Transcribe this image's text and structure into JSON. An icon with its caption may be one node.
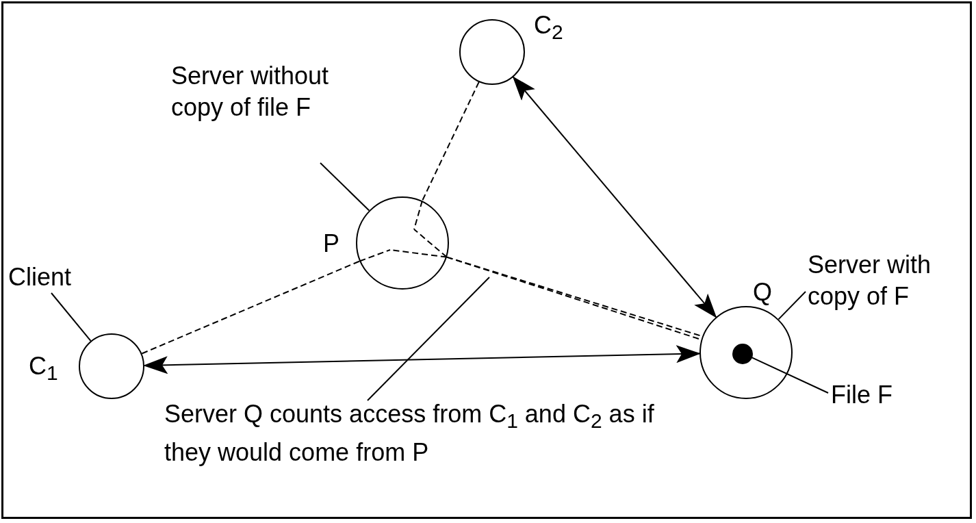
{
  "diagram": {
    "nodes": [
      {
        "text": [],
        "shape": "circle",
        "beside": [
          "C$_{1}$"
        ]
      },
      {
        "text": [],
        "shape": "circle",
        "beside": [
          "C$_{2}$"
        ]
      },
      {
        "text": [],
        "shape": "circle",
        "beside": [
          "P"
        ]
      },
      {
        "text": [],
        "shape": "circle",
        "beside": [
          "Q"
        ]
      },
      {
        "text": [],
        "shape": "circle",
        "in": 3
      },
      {
        "text": [
          "Client"
        ]
      },
      {
        "text": [
          "Server without copy of file F"
        ]
      },
      {
        "text": [
          "Server with copy of F"
        ]
      },
      {
        "text": [
          "File F"
        ]
      },
      {
        "text": [
          "Server Q counts access from C$_{1}$ and C$_{2}$ as if they would come from P"
        ]
      }
    ],
    "edges": [
      {
        "from": 0,
        "to": 3,
        "arrow": "both"
      },
      {
        "from": 1,
        "to": 3,
        "arrow": "both"
      },
      {
        "from": 0,
        "to": 2,
        "arrow": "none",
        "style": "dashed"
      },
      {
        "from": 2,
        "to": 3,
        "arrow": "none",
        "style": "dashed"
      },
      {
        "from": 1,
        "to": 2,
        "arrow": "none",
        "style": "dashed"
      },
      {
        "from": 2,
        "to": 3,
        "arrow": "none",
        "style": "dashed"
      },
      {
        "from": 5,
        "to": 0,
        "arrow": "none"
      },
      {
        "from": 6,
        "to": 2,
        "arrow": "none"
      },
      {
        "from": 7,
        "to": 3,
        "arrow": "none"
      },
      {
        "from": 8,
        "to": 4,
        "arrow": "none"
      },
      {
        "from": 9,
        "to": null,
        "arrow": "none"
      }
    ]
  }
}
